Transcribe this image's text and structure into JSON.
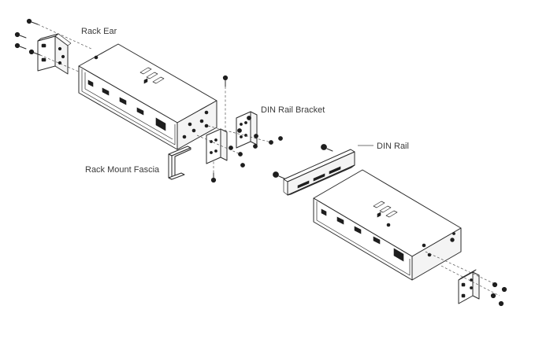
{
  "labels": {
    "rack_ear": "Rack Ear",
    "din_rail_bracket": "DIN Rail Bracket",
    "rack_mount_fascia": "Rack Mount Fascia",
    "din_rail": "DIN Rail"
  },
  "colors": {
    "line": "#2a2a2a",
    "background": "#ffffff",
    "label_text": "#3a3a3a"
  }
}
